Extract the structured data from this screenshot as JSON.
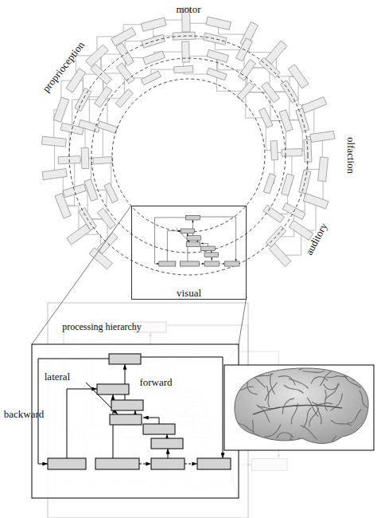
{
  "diagram": {
    "nodes": [
      {
        "text": [
          "visual"
        ]
      }
    ],
    "labels": [
      "motor",
      "proprioception",
      "olfaction",
      "auditory",
      "processing hierarchy",
      "lateral",
      "forward",
      "backward"
    ]
  }
}
